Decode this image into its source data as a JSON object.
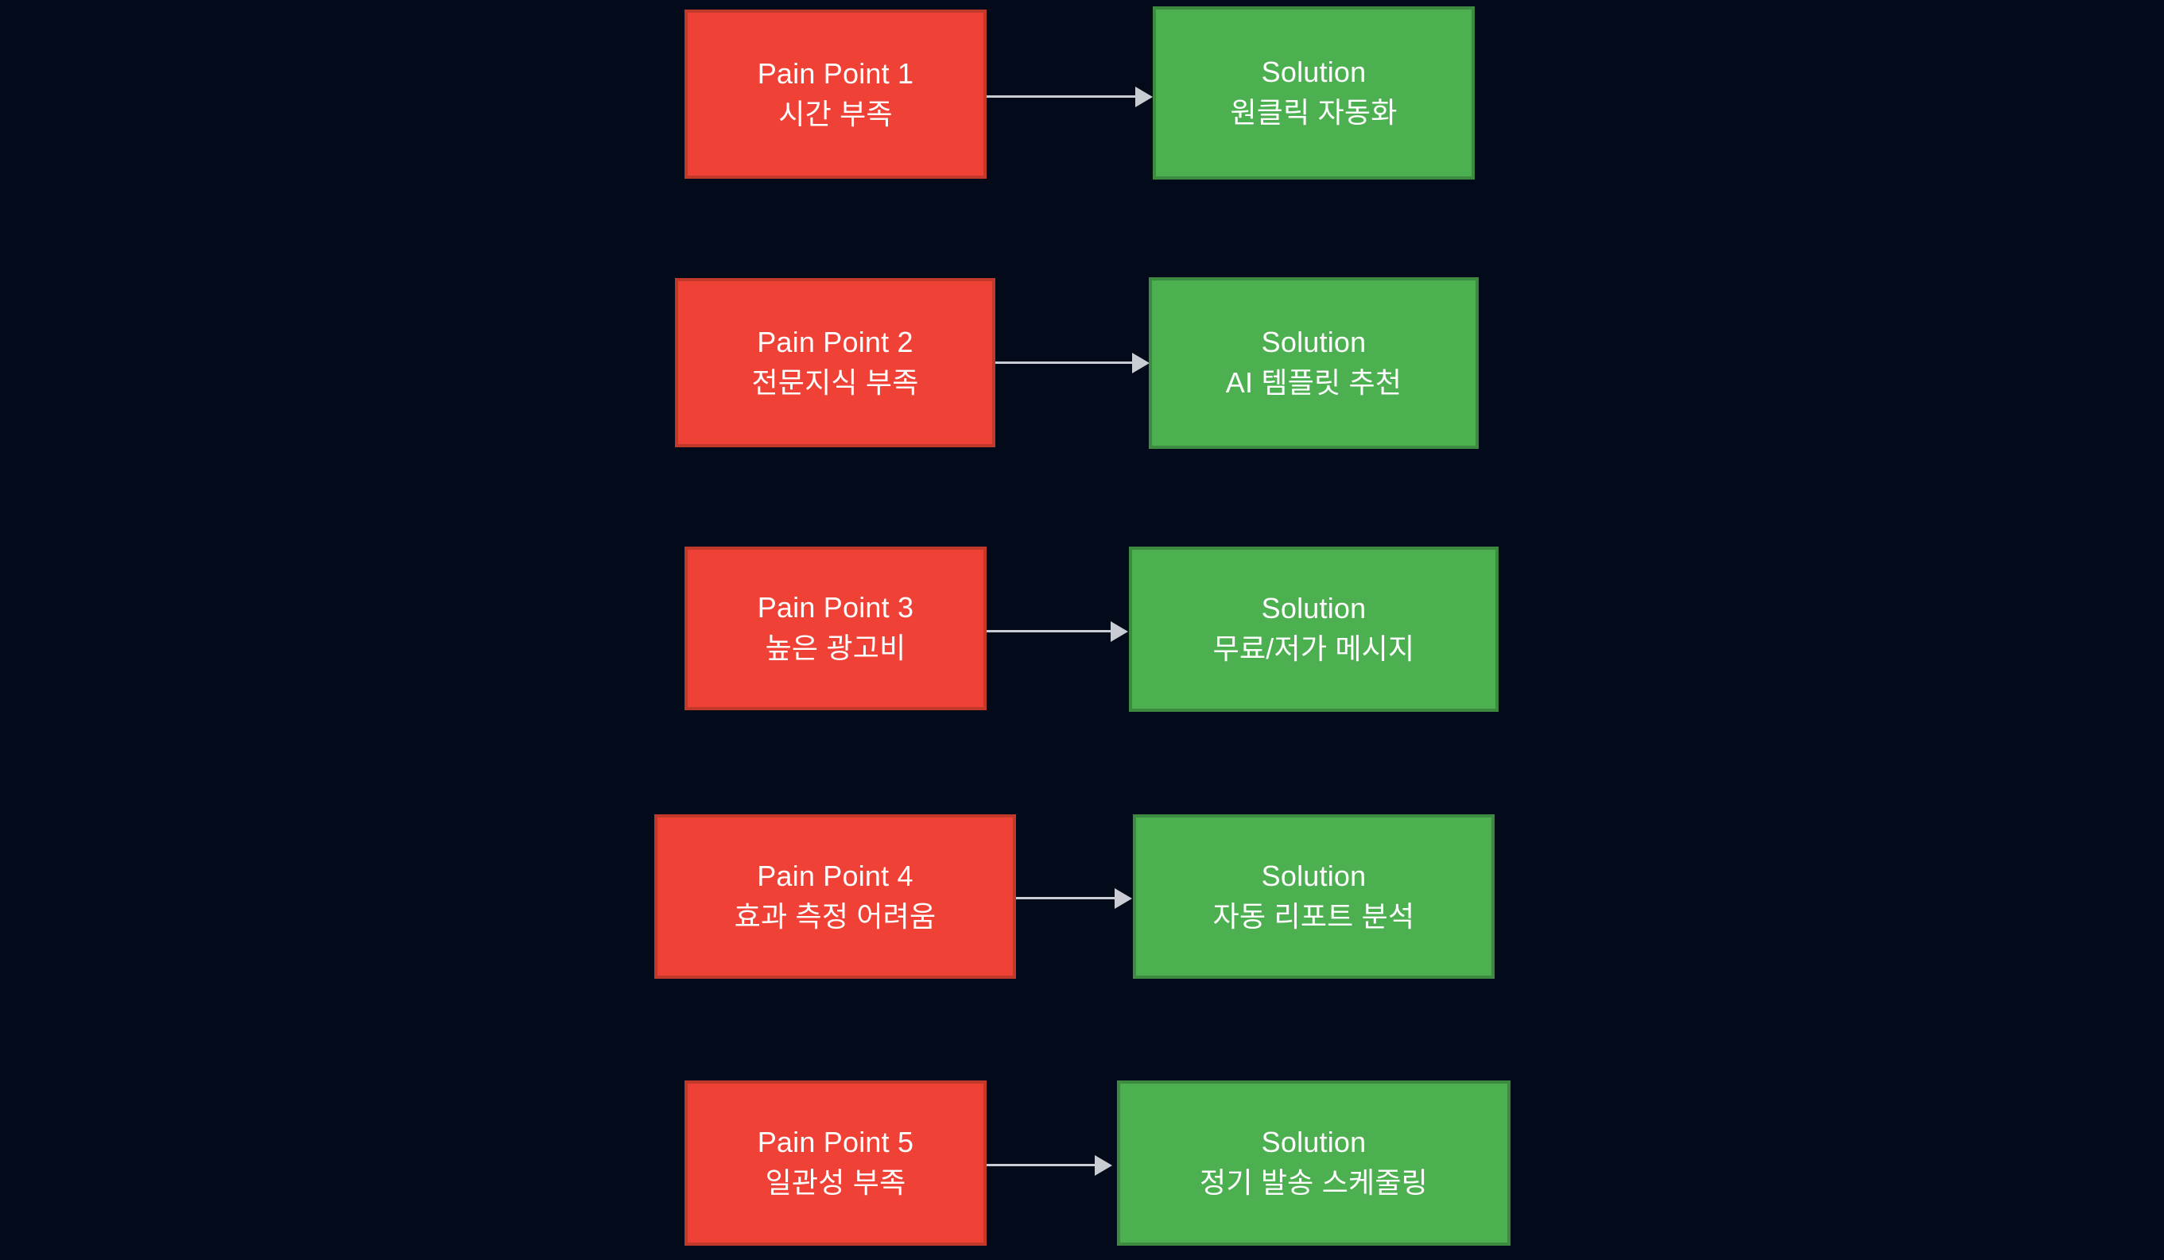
{
  "background_color": "#030a19",
  "palette": {
    "pain_fill": "#ef4136",
    "pain_border": "#c0392b",
    "solution_fill": "#4caf50",
    "solution_border": "#3d8b40",
    "edge": "#c9ccd2",
    "text": "#ffffff"
  },
  "diagram": {
    "type": "flowchart",
    "direction": "left-to-right",
    "rows": [
      {
        "pain": {
          "title": "Pain Point 1",
          "detail": "시간 부족"
        },
        "solution": {
          "title": "Solution",
          "detail": "원클릭 자동화"
        },
        "edge_label": ""
      },
      {
        "pain": {
          "title": "Pain Point 2",
          "detail": "전문지식 부족"
        },
        "solution": {
          "title": "Solution",
          "detail": "AI 템플릿 추천"
        },
        "edge_label": ""
      },
      {
        "pain": {
          "title": "Pain Point 3",
          "detail": "높은 광고비"
        },
        "solution": {
          "title": "Solution",
          "detail": "무료/저가 메시지"
        },
        "edge_label": ""
      },
      {
        "pain": {
          "title": "Pain Point 4",
          "detail": "효과 측정 어려움"
        },
        "solution": {
          "title": "Solution",
          "detail": "자동 리포트 분석"
        },
        "edge_label": ""
      },
      {
        "pain": {
          "title": "Pain Point 5",
          "detail": "일관성 부족"
        },
        "solution": {
          "title": "Solution",
          "detail": "정기 발송 스케줄링"
        },
        "edge_label": ""
      }
    ]
  }
}
